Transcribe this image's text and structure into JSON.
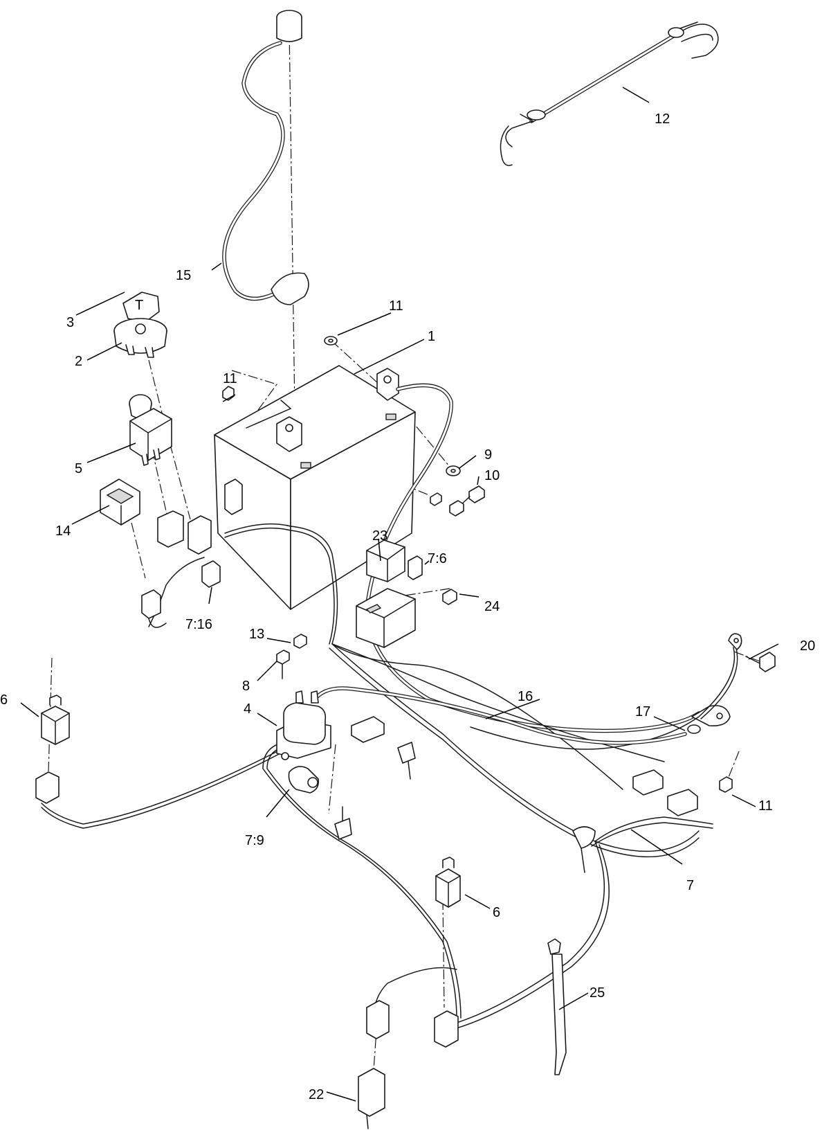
{
  "callouts": [
    {
      "id": "c1",
      "label": "1"
    },
    {
      "id": "c2",
      "label": "2"
    },
    {
      "id": "c3",
      "label": "3"
    },
    {
      "id": "c4",
      "label": "4"
    },
    {
      "id": "c5",
      "label": "5"
    },
    {
      "id": "c6a",
      "label": "6"
    },
    {
      "id": "c6b",
      "label": "6"
    },
    {
      "id": "c7",
      "label": "7"
    },
    {
      "id": "c76",
      "label": "7:6"
    },
    {
      "id": "c79",
      "label": "7:9"
    },
    {
      "id": "c716",
      "label": "7:16"
    },
    {
      "id": "c8",
      "label": "8"
    },
    {
      "id": "c9",
      "label": "9"
    },
    {
      "id": "c10",
      "label": "10"
    },
    {
      "id": "c11a",
      "label": "11"
    },
    {
      "id": "c11b",
      "label": "11"
    },
    {
      "id": "c11c",
      "label": "11"
    },
    {
      "id": "c12",
      "label": "12"
    },
    {
      "id": "c13",
      "label": "13"
    },
    {
      "id": "c14",
      "label": "14"
    },
    {
      "id": "c15",
      "label": "15"
    },
    {
      "id": "c16",
      "label": "16"
    },
    {
      "id": "c17",
      "label": "17"
    },
    {
      "id": "c20",
      "label": "20"
    },
    {
      "id": "c22",
      "label": "22"
    },
    {
      "id": "c23",
      "label": "23"
    },
    {
      "id": "c24",
      "label": "24"
    },
    {
      "id": "c25",
      "label": "25"
    }
  ]
}
